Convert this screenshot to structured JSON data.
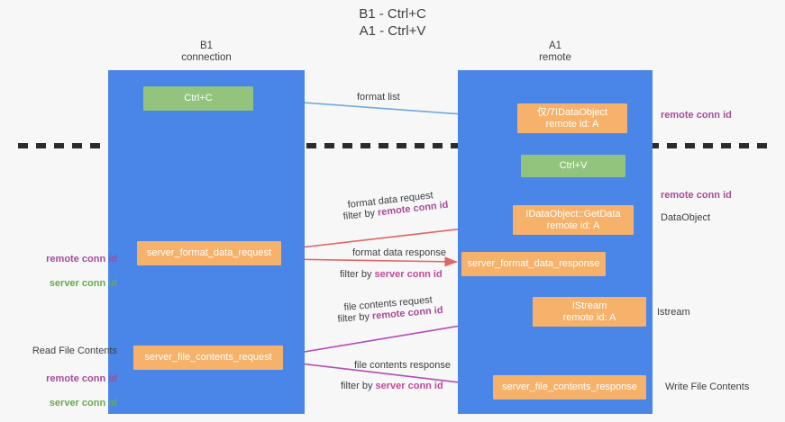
{
  "title": "B1 - Ctrl+C\nA1 - Ctrl+V",
  "lanes": [
    {
      "name": "lane-b1",
      "label": "B1\nconnection"
    },
    {
      "name": "lane-a1",
      "label": "A1\nremote"
    }
  ],
  "boxes": {
    "ctrl_c": {
      "line1": "Ctrl+C",
      "line2": ""
    },
    "idataobject_top": {
      "line1": "仅/7IDataObject",
      "line2": "remote id: A"
    },
    "ctrl_v": {
      "line1": "Ctrl+V",
      "line2": ""
    },
    "getdata": {
      "line1": "IDataObject::GetData",
      "line2": "remote id: A"
    },
    "server_format_data_request": {
      "line1": "server_format_data_request",
      "line2": ""
    },
    "server_format_data_response": {
      "line1": "server_format_data_response",
      "line2": ""
    },
    "istream": {
      "line1": "IStream",
      "line2": "remote id: A"
    },
    "server_file_contents_request": {
      "line1": "server_file_contents_request",
      "line2": ""
    },
    "server_file_contents_response": {
      "line1": "server_file_contents_response",
      "line2": ""
    }
  },
  "edge_labels": {
    "format_list": "format list",
    "format_data_request": "format data request",
    "format_data_request_filter_prefix": "filter by ",
    "format_data_request_filter_key": "remote conn id",
    "format_data_response": "format data response",
    "format_data_response_filter_prefix": "filter by ",
    "format_data_response_filter_key": "server conn id",
    "file_contents_request": "file contents request",
    "file_contents_request_filter_prefix": "filter by ",
    "file_contents_request_filter_key": "remote conn id",
    "file_contents_response": "file contents response",
    "file_contents_response_filter_prefix": "filter by ",
    "file_contents_response_filter_key": "server conn id"
  },
  "annotations": {
    "right_remote_conn_id_top": "remote conn id",
    "right_remote_conn_id_mid": "remote conn id",
    "right_dataobject": "DataObject",
    "right_istream": "Istream",
    "right_write_file_contents": "Write File Contents",
    "left_remote_conn_id": "remote conn id",
    "left_server_conn_id": "server conn id",
    "left_read_file_contents": "Read File Contents",
    "left_remote_conn_id_2": "remote conn id",
    "left_server_conn_id_2": "server conn id"
  },
  "colors": {
    "lane": "#4a86e8",
    "green_box": "#93c47d",
    "orange_box": "#f6b26b",
    "purple": "#a64d9a",
    "green_text": "#6aa84f",
    "pink": "#c2499a",
    "red_arrow": "#e06666",
    "light_blue_arrow": "#6fa8dc",
    "magenta_arrow": "#b24bb2",
    "divider": "#2b2b2b",
    "background": "#f7f7f7"
  }
}
